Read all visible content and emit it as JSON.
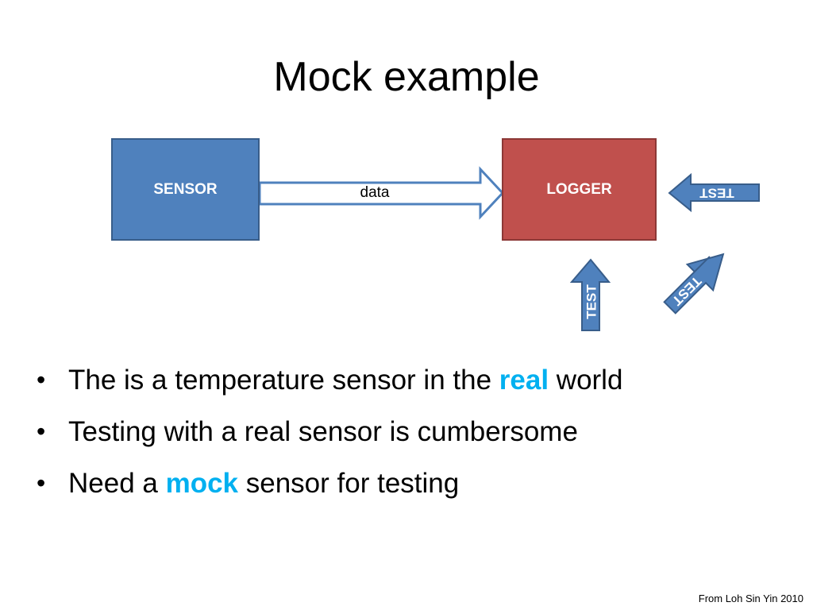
{
  "title": "Mock example",
  "diagram": {
    "sensor_label": "SENSOR",
    "logger_label": "LOGGER",
    "arrow_label": "data",
    "test_label": "TEST",
    "colors": {
      "sensor_fill": "#4f81bd",
      "logger_fill": "#c0504d",
      "test_arrow_fill": "#4f81bd",
      "data_arrow_stroke": "#4f81bd"
    }
  },
  "bullets": [
    {
      "before": "The is a temperature sensor in the ",
      "highlight": "real",
      "after": " world"
    },
    {
      "before": "Testing with a real sensor is cumbersome",
      "highlight": "",
      "after": ""
    },
    {
      "before": "Need a ",
      "highlight": "mock",
      "after": " sensor for testing"
    }
  ],
  "highlight_color": "#00b0f0",
  "footer": "From Loh Sin Yin 2010"
}
